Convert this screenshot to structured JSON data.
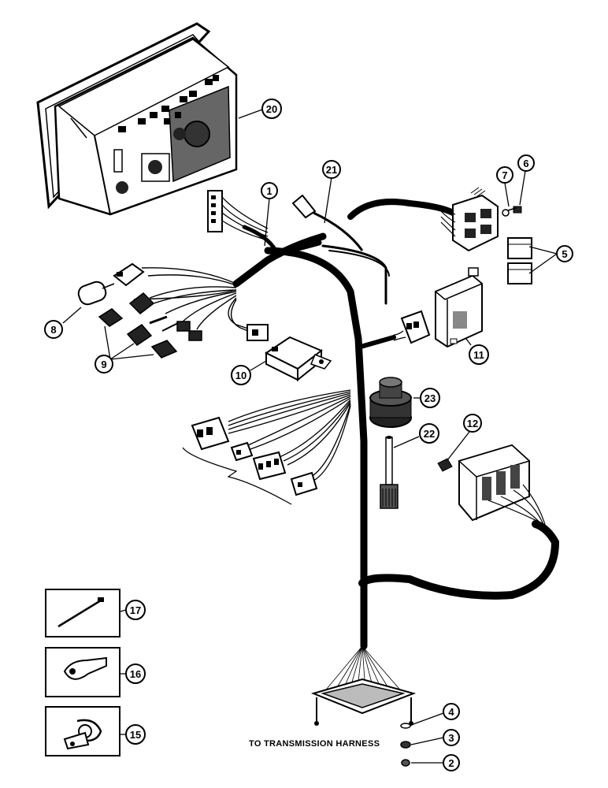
{
  "callouts": {
    "c1": "1",
    "c2": "2",
    "c3": "3",
    "c4": "4",
    "c5": "5",
    "c6": "6",
    "c7": "7",
    "c8": "8",
    "c9": "9",
    "c10": "10",
    "c11": "11",
    "c12": "12",
    "c15": "15",
    "c16": "16",
    "c17": "17",
    "c20": "20",
    "c21": "21",
    "c22": "22",
    "c23": "23"
  },
  "caption": "TO TRANSMISSION HARNESS",
  "colors": {
    "ink": "#000000",
    "paper": "#ffffff",
    "shade": "#555555"
  }
}
